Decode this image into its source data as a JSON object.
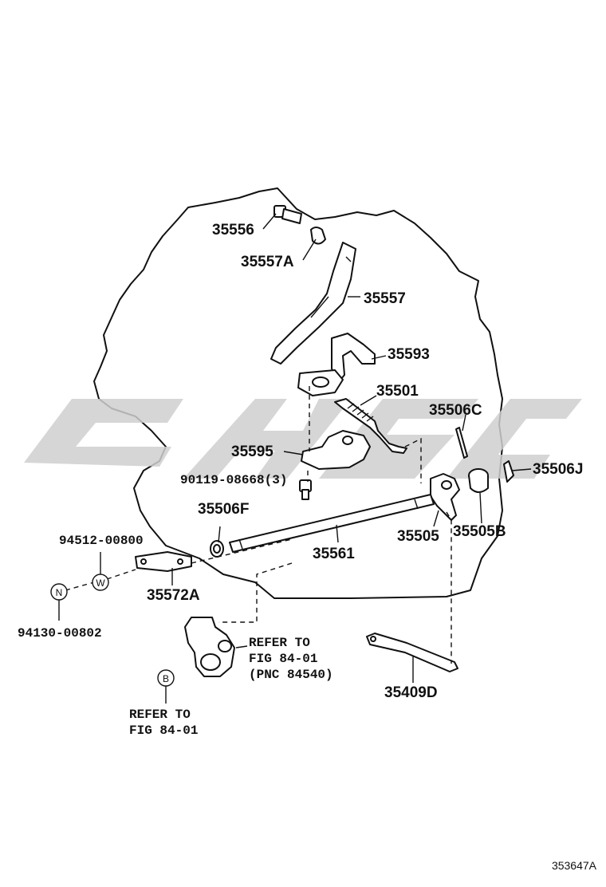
{
  "labels": {
    "p35556": "35556",
    "p35557A": "35557A",
    "p35557": "35557",
    "p35593": "35593",
    "p35501": "35501",
    "p35506C": "35506C",
    "p35595": "35595",
    "p35506J": "35506J",
    "p90119": "90119-08668(3)",
    "p35506F": "35506F",
    "p94512": "94512-00800",
    "p35505": "35505",
    "p35505B": "35505B",
    "p35561": "35561",
    "p35572A": "35572A",
    "p94130": "94130-00802",
    "p35409D": "35409D"
  },
  "callouts": {
    "w": "W",
    "n": "N",
    "b": "B"
  },
  "notes": {
    "refer1_line1": "REFER TO",
    "refer1_line2": "FIG 84-01",
    "refer1_line3": "(PNC 84540)",
    "refer2_line1": "REFER TO",
    "refer2_line2": "FIG 84-01"
  },
  "figure_id": "353647A",
  "watermark_color": "#cfcfcf"
}
